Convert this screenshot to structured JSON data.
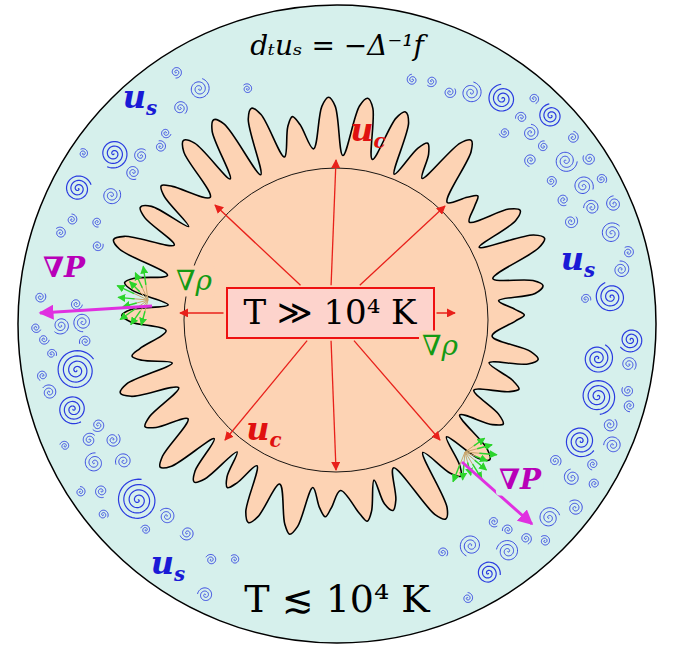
{
  "diagram": {
    "nodes": [
      {
        "text": [
          "dₜuₛ = −Δ⁻¹f",
          "T ≲ 10⁴ K"
        ]
      },
      {
        "text": [
          "T ≫ 10⁴ K"
        ],
        "in": 0
      }
    ],
    "labels": [
      "us",
      "uc",
      "us",
      "∇P",
      "∇ρ",
      "∇ρ",
      "uc",
      "∇P",
      "us"
    ]
  }
}
